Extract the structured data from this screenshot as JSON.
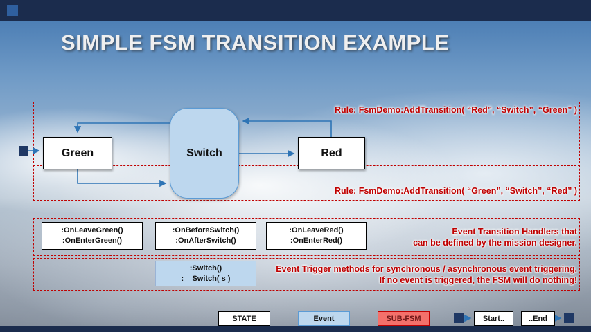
{
  "title": "SIMPLE FSM TRANSITION EXAMPLE",
  "fsm": {
    "start_state_label": "Green",
    "event_label": "Switch",
    "end_state_label": "Red",
    "rule_top": "Rule: FsmDemo:AddTransition( “Red”, “Switch”, “Green” )",
    "rule_bottom": "Rule: FsmDemo:AddTransition( “Green”, “Switch”, “Red” )"
  },
  "handlers": {
    "green": {
      "line1": ":OnLeaveGreen()",
      "line2": ":OnEnterGreen()"
    },
    "switch": {
      "line1": ":OnBeforeSwitch()",
      "line2": ":OnAfterSwitch()"
    },
    "red": {
      "line1": ":OnLeaveRed()",
      "line2": ":OnEnterRed()"
    },
    "note1": "Event Transition Handlers that",
    "note2": "can be defined by the mission designer."
  },
  "triggers": {
    "line1": ":Switch()",
    "line2": ":__Switch( s )",
    "note1": "Event Trigger methods for synchronous / asynchronous event triggering.",
    "note2": "If no event is triggered, the FSM will do nothing!"
  },
  "legend": {
    "state": "STATE",
    "event": "Event",
    "subfsm": "SUB-FSM",
    "start": "Start..",
    "end": "..End"
  },
  "colors": {
    "accent_red": "#C00000",
    "event_fill": "#BDD7EE",
    "event_border": "#5B9BD5",
    "subfsm_fill": "#F4716B",
    "navy_square": "#1F3864",
    "arrow_blue": "#2E74B5",
    "bar_navy": "#1B2C4D"
  }
}
